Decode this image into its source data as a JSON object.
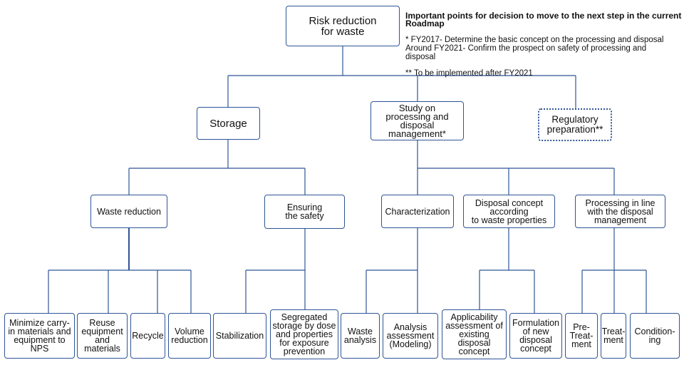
{
  "notes": {
    "heading": "Important points for decision to move to the next step in the current Roadmap",
    "line1": "*  FY2017- Determine the basic concept on the processing and disposal\nAround FY2021-  Confirm the prospect on safety of processing and\n    disposal",
    "line2": "** To be implemented after FY2021"
  },
  "nodes": {
    "root": "Risk reduction\nfor waste",
    "storage": "Storage",
    "study": "Study on\nprocessing and\ndisposal\nmanagement*",
    "regulatory": "Regulatory\npreparation**",
    "waste_reduction": "Waste reduction",
    "ensuring_safety": "Ensuring\nthe safety",
    "characterization": "Characterization",
    "disposal_concept": "Disposal concept\naccording\nto waste properties",
    "processing_line": "Processing in line\nwith the disposal\nmanagement",
    "minimize": "Minimize carry-\nin materials and\nequipment to\nNPS",
    "reuse": "Reuse\nequipment\nand\nmaterials",
    "recycle": "Recycle",
    "volume": "Volume\nreduction",
    "stabilization": "Stabilization",
    "segregated": "Segregated\nstorage by dose\nand properties\nfor exposure\nprevention",
    "waste_analysis": "Waste\nanalysis",
    "analysis_assessment": "Analysis\nassessment\n(Modeling)",
    "applicability": "Applicability\nassessment of\nexisting\ndisposal\nconcept",
    "formulation": "Formulation\nof new\ndisposal\nconcept",
    "pretreatment": "Pre-\nTreat-\nment",
    "treatment": "Treat-\nment",
    "conditioning": "Condition-\ning"
  },
  "colors": {
    "line": "#2f5597",
    "border": "#2f5597"
  }
}
